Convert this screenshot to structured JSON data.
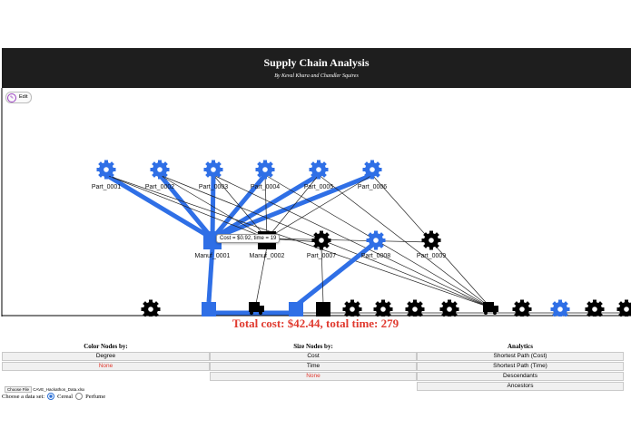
{
  "header": {
    "title": "Supply Chain Analysis",
    "subtitle": "By Keval Khara and Chandler Squires"
  },
  "edit_label": "Edit",
  "colors": {
    "highlight": "#2f6fe6",
    "node_black": "#000000",
    "total_red": "#e03a2f"
  },
  "graph": {
    "parts": [
      {
        "label": "Part_0001",
        "highlight": true
      },
      {
        "label": "Part_0002",
        "highlight": true
      },
      {
        "label": "Part_0003",
        "highlight": true
      },
      {
        "label": "Part_0004",
        "highlight": true
      },
      {
        "label": "Part_0005",
        "highlight": true
      },
      {
        "label": "Part_0006",
        "highlight": true
      }
    ],
    "mid_nodes": [
      {
        "label": "Manuf_0001",
        "shape": "square",
        "highlight": true
      },
      {
        "label": "Manuf_0002",
        "shape": "square",
        "highlight": false
      },
      {
        "label": "Part_0007",
        "shape": "gear",
        "highlight": false
      },
      {
        "label": "Part_0008",
        "shape": "gear",
        "highlight": true
      },
      {
        "label": "Part_0009",
        "shape": "gear",
        "highlight": false
      }
    ],
    "tooltip": "Cost = $0.92, time = 19"
  },
  "total_text": "Total cost: $42.44, total time: 279",
  "color_nodes": {
    "heading": "Color Nodes by:",
    "options": [
      "Degree",
      "None"
    ]
  },
  "size_nodes": {
    "heading": "Size Nodes by:",
    "options": [
      "Cost",
      "Time",
      "None"
    ]
  },
  "analytics": {
    "heading": "Analytics",
    "options": [
      "Shortest Path (Cost)",
      "Shortest Path (Time)",
      "Descendants",
      "Ancestors"
    ]
  },
  "file": {
    "button": "Choose File",
    "filename": "CAVE_Hackathon_Data.xlsx"
  },
  "dataset": {
    "label": "Choose a data set:",
    "options": [
      "Cereal",
      "Perfume"
    ],
    "selected": "Cereal"
  }
}
